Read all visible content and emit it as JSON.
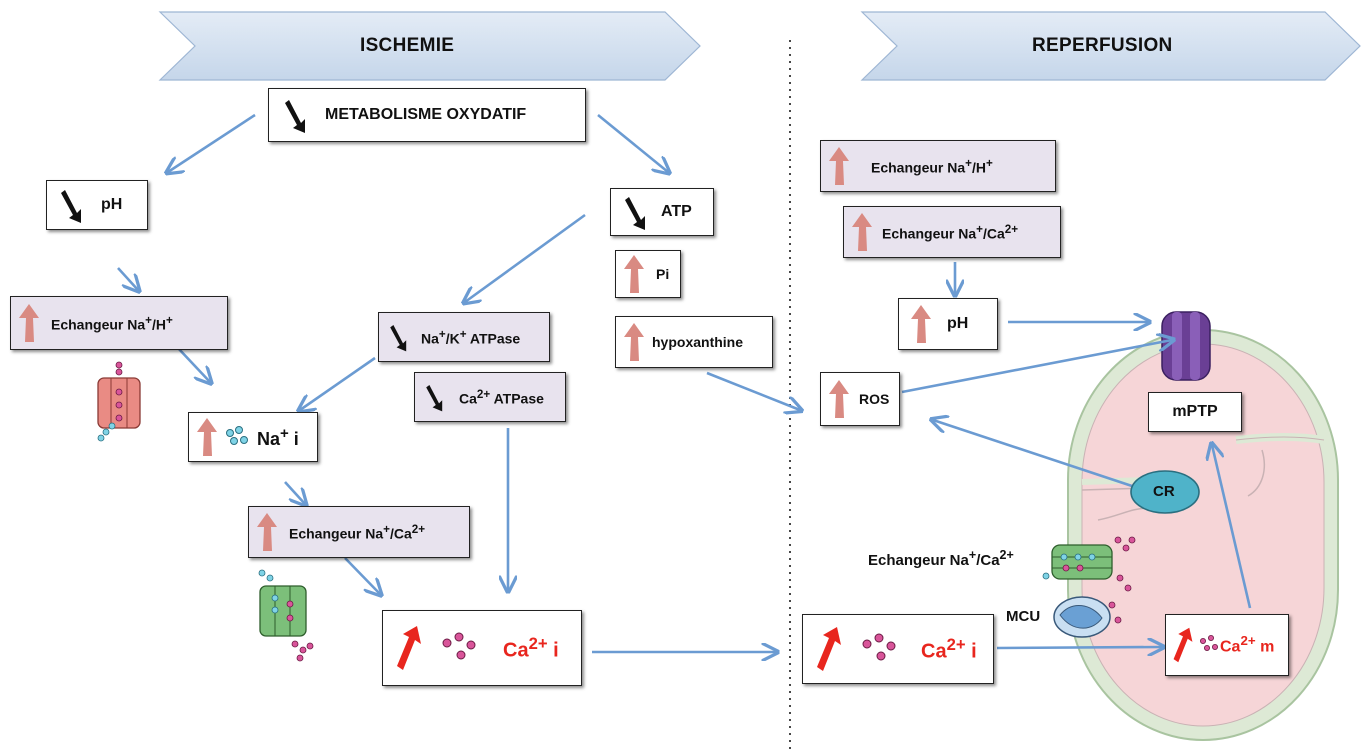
{
  "banners": {
    "ischemie": "ISCHEMIE",
    "reperfusion": "REPERFUSION"
  },
  "colors": {
    "arrow": "#6b9bd2",
    "up_arrow": "#d98a82",
    "down_arrow": "#111111",
    "red_up_arrow": "#e8261e",
    "box_fill_lavender": "#e8e3ee",
    "banner_fill": "#d6e3f0",
    "mito_fill": "#f6d6d8",
    "mito_border": "#d8e8d0",
    "ca_text": "#e8261e"
  },
  "ischemia": {
    "metabolisme": "METABOLISME OXYDATIF",
    "ph": "pH",
    "atp": "ATP",
    "pi": "Pi",
    "hypoxanthine": "hypoxanthine",
    "nah": {
      "main": "Echangeur Na",
      "sup1": "+",
      "mid": "/H",
      "sup2": "+"
    },
    "nak": {
      "main": "Na",
      "sup1": "+",
      "mid": "/K",
      "sup2": "+",
      "tail": " ATPase"
    },
    "ca_atpase": {
      "main": "Ca",
      "sup1": "2+",
      "tail": " ATPase"
    },
    "na_i": {
      "main": "Na",
      "sup1": "+",
      "tail": " i"
    },
    "naca": {
      "main": "Echangeur Na",
      "sup1": "+",
      "mid": "/Ca",
      "sup2": "2+"
    },
    "ca_i": {
      "main": "Ca",
      "sup1": "2+",
      "tail": " i"
    }
  },
  "reperfusion": {
    "nah": {
      "main": "Echangeur Na",
      "sup1": "+",
      "mid": "/H",
      "sup2": "+"
    },
    "naca": {
      "main": "Echangeur Na",
      "sup1": "+",
      "mid": "/Ca",
      "sup2": "2+"
    },
    "ph": "pH",
    "ros": "ROS",
    "mptp": "mPTP",
    "cr": "CR",
    "naca_free": {
      "main": "Echangeur Na",
      "sup1": "+",
      "mid": "/Ca",
      "sup2": "2+"
    },
    "mcu": "MCU",
    "ca_i": {
      "main": "Ca",
      "sup1": "2+",
      "tail": " i"
    },
    "ca_m": {
      "main": "Ca",
      "sup1": "2+",
      "tail": " m"
    }
  }
}
